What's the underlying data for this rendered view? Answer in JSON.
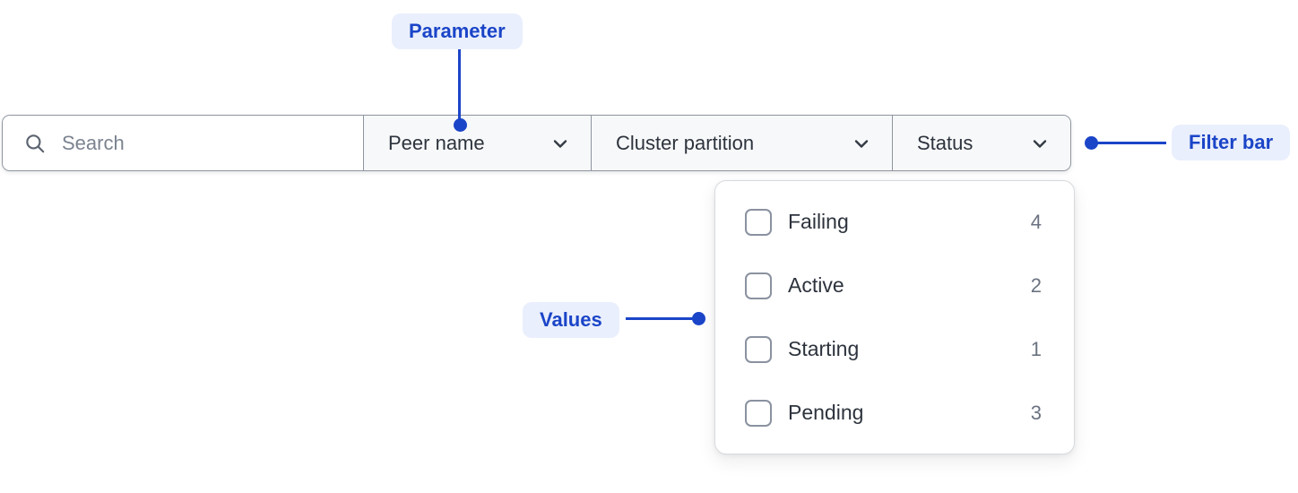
{
  "annotations": {
    "parameter": "Parameter",
    "filter_bar": "Filter bar",
    "values": "Values"
  },
  "filter_bar": {
    "search_placeholder": "Search",
    "dropdowns": [
      {
        "label": "Peer name"
      },
      {
        "label": "Cluster partition"
      },
      {
        "label": "Status"
      }
    ]
  },
  "status_dropdown": {
    "options": [
      {
        "label": "Failing",
        "count": "4",
        "checked": false
      },
      {
        "label": "Active",
        "count": "2",
        "checked": false
      },
      {
        "label": "Starting",
        "count": "1",
        "checked": false
      },
      {
        "label": "Pending",
        "count": "3",
        "checked": false
      }
    ]
  },
  "icons": {
    "search": "search-icon",
    "chevron": "chevron-down-icon"
  },
  "colors": {
    "annotation_blue": "#1b45c8",
    "annotation_badge_bg": "#e9effc",
    "bar_border": "#8e95a0",
    "section_bg": "#f7f8f9",
    "panel_border": "#d6dade",
    "checkbox_border": "#8a92a0",
    "text_dark": "#2d333d",
    "text_gray": "#6b7280",
    "placeholder_gray": "#7b8390"
  }
}
